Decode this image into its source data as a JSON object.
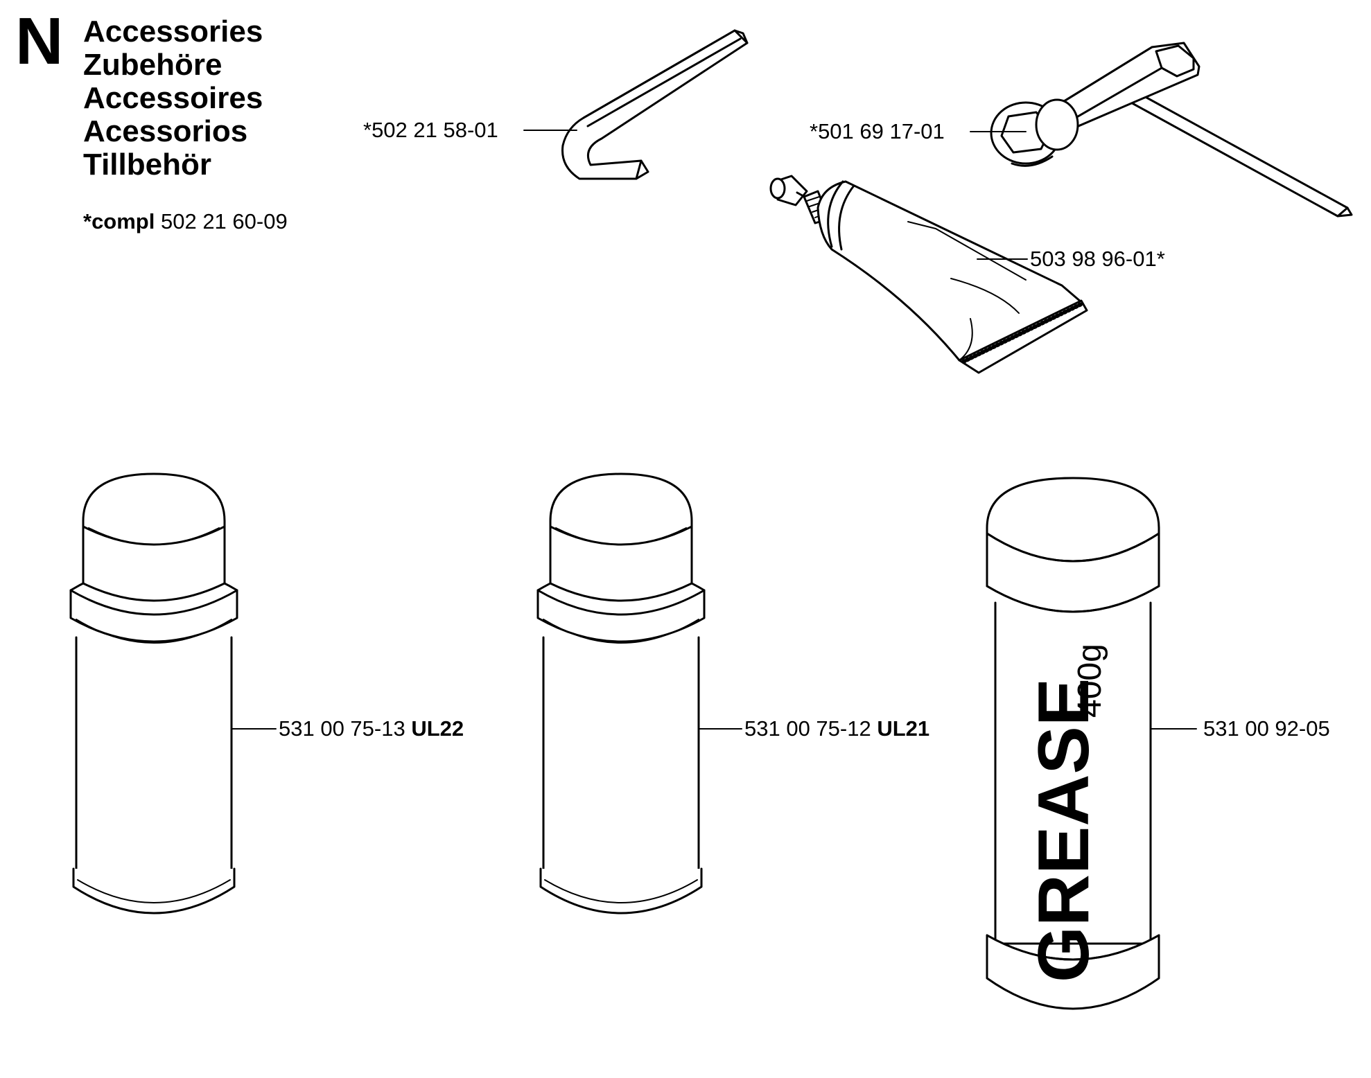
{
  "section": {
    "letter": "N",
    "titles": [
      "Accessories",
      "Zubehöre",
      "Accessoires",
      "Acessorios",
      "Tillbehör"
    ]
  },
  "compl": {
    "prefix": "*compl",
    "number": "502 21 60-09"
  },
  "parts": {
    "hex_key": {
      "part_number": "*502 21 58-01"
    },
    "combi_wrench": {
      "part_number": "*501 69 17-01"
    },
    "grease_tube": {
      "part_number": "503 98 96-01*"
    },
    "spray_can_1": {
      "part_number": "531 00 75-13",
      "code": "UL22"
    },
    "spray_can_2": {
      "part_number": "531 00 75-12",
      "code": "UL21"
    },
    "grease_cartridge": {
      "part_number": "531 00 92-05",
      "brand_text": "GREASE",
      "size_text": "400g"
    }
  },
  "colors": {
    "ink": "#000000",
    "paper": "#ffffff"
  }
}
